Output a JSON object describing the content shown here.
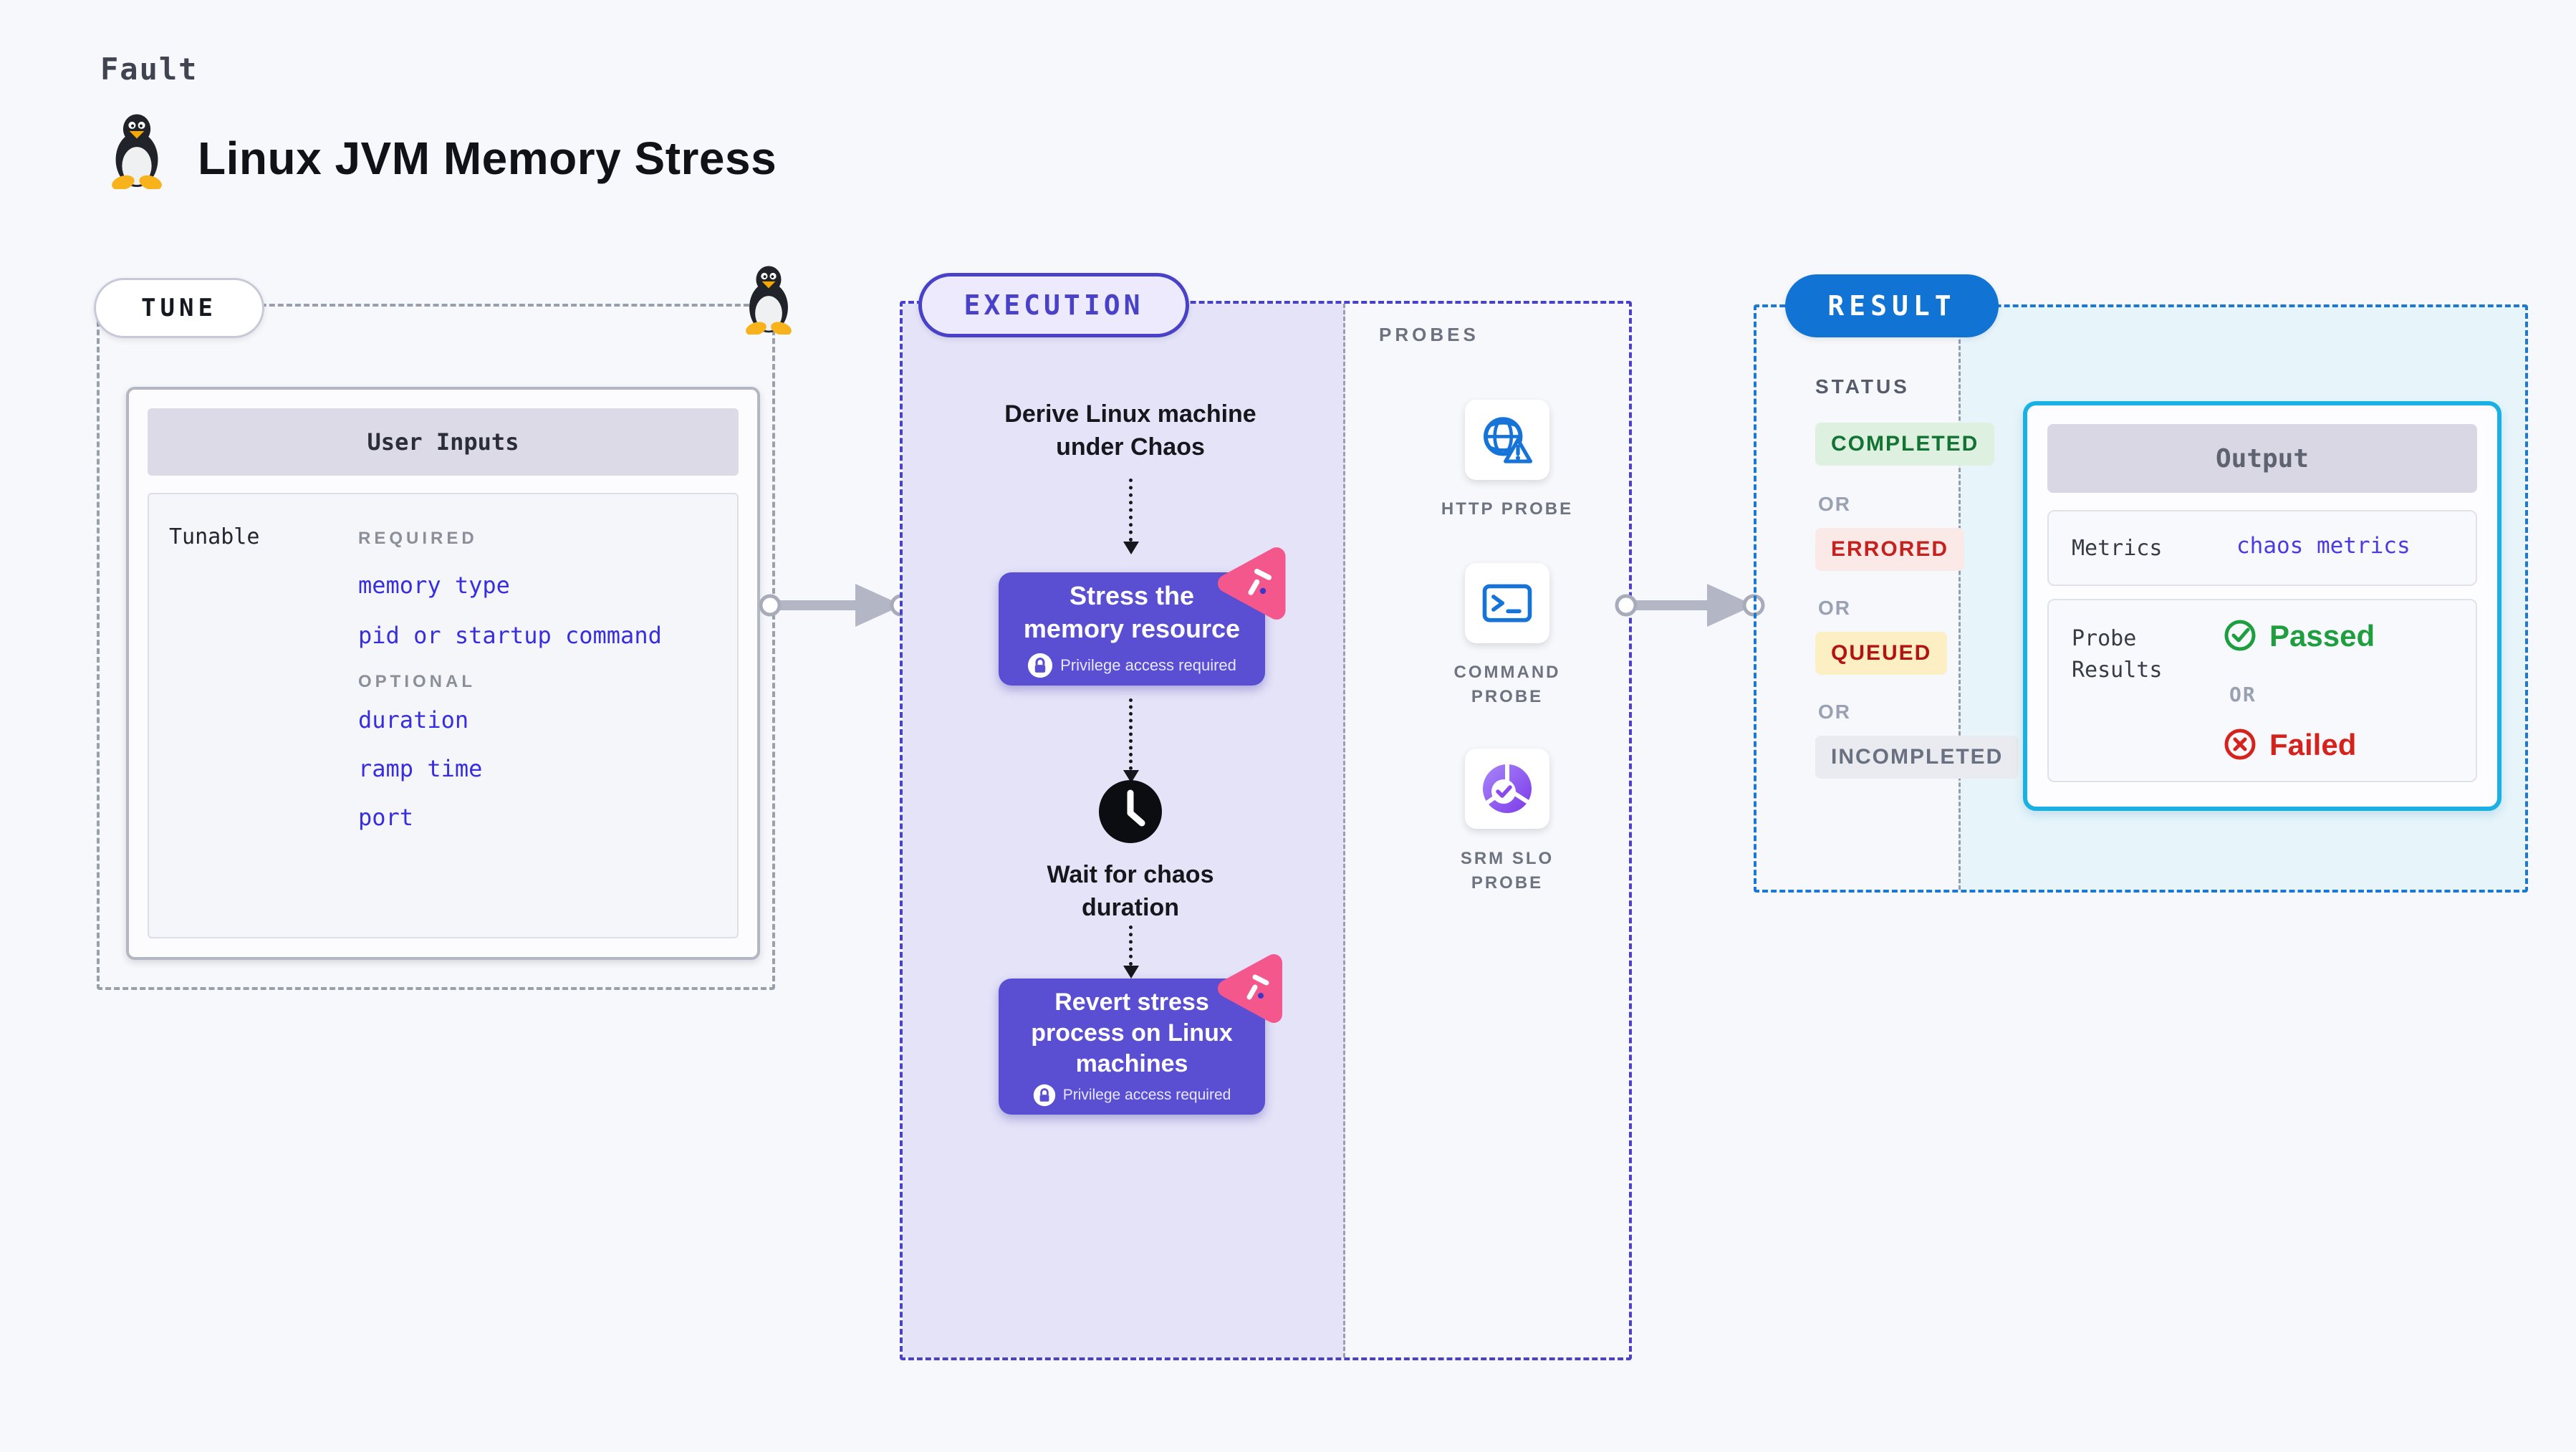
{
  "header": {
    "kicker": "Fault",
    "title": "Linux JVM Memory Stress"
  },
  "tune": {
    "badge": "TUNE",
    "user_inputs": {
      "title": "User Inputs",
      "row_label": "Tunable",
      "required_label": "REQUIRED",
      "required_items": [
        "memory type",
        "pid or startup command"
      ],
      "optional_label": "OPTIONAL",
      "optional_items": [
        "duration",
        "ramp time",
        "port"
      ]
    }
  },
  "execution": {
    "badge": "EXECUTION",
    "step_derive": "Derive Linux machine\nunder Chaos",
    "step_stress": {
      "title": "Stress the\nmemory resource",
      "note": "Privilege access required"
    },
    "step_wait": "Wait for chaos\nduration",
    "step_revert": {
      "title": "Revert stress\nprocess on Linux\nmachines",
      "note": "Privilege access required"
    }
  },
  "probes": {
    "label": "PROBES",
    "items": [
      {
        "label": "HTTP PROBE",
        "icon": "globe-warning-icon"
      },
      {
        "label": "COMMAND\nPROBE",
        "icon": "terminal-icon"
      },
      {
        "label": "SRM SLO\nPROBE",
        "icon": "slo-pie-check-icon"
      }
    ]
  },
  "result": {
    "badge": "RESULT",
    "status_label": "STATUS",
    "or_label": "OR",
    "statuses": [
      {
        "label": "COMPLETED",
        "fg": "#137333",
        "bg": "#def0df"
      },
      {
        "label": "ERRORED",
        "fg": "#c5221f",
        "bg": "#fbe9e7"
      },
      {
        "label": "QUEUED",
        "fg": "#b31412",
        "bg": "#fcefc3"
      },
      {
        "label": "INCOMPLETED",
        "fg": "#697080",
        "bg": "#e9ebf0"
      }
    ],
    "output": {
      "title": "Output",
      "metrics_label": "Metrics",
      "metrics_value": "chaos metrics",
      "probe_results_label": "Probe\nResults",
      "passed_label": "Passed",
      "or_label": "OR",
      "failed_label": "Failed"
    }
  },
  "colors": {
    "accent_indigo": "#4a41c9",
    "accent_blue": "#1173d4",
    "accent_cyan": "#1ab0e3",
    "step_purple": "#5a4ed3",
    "link_blue": "#382ee0",
    "passed_green": "#1e9e3e",
    "failed_red": "#d6221c",
    "lavender_bg": "#e4e3f8",
    "cyan_bg": "#e7f5fb"
  }
}
